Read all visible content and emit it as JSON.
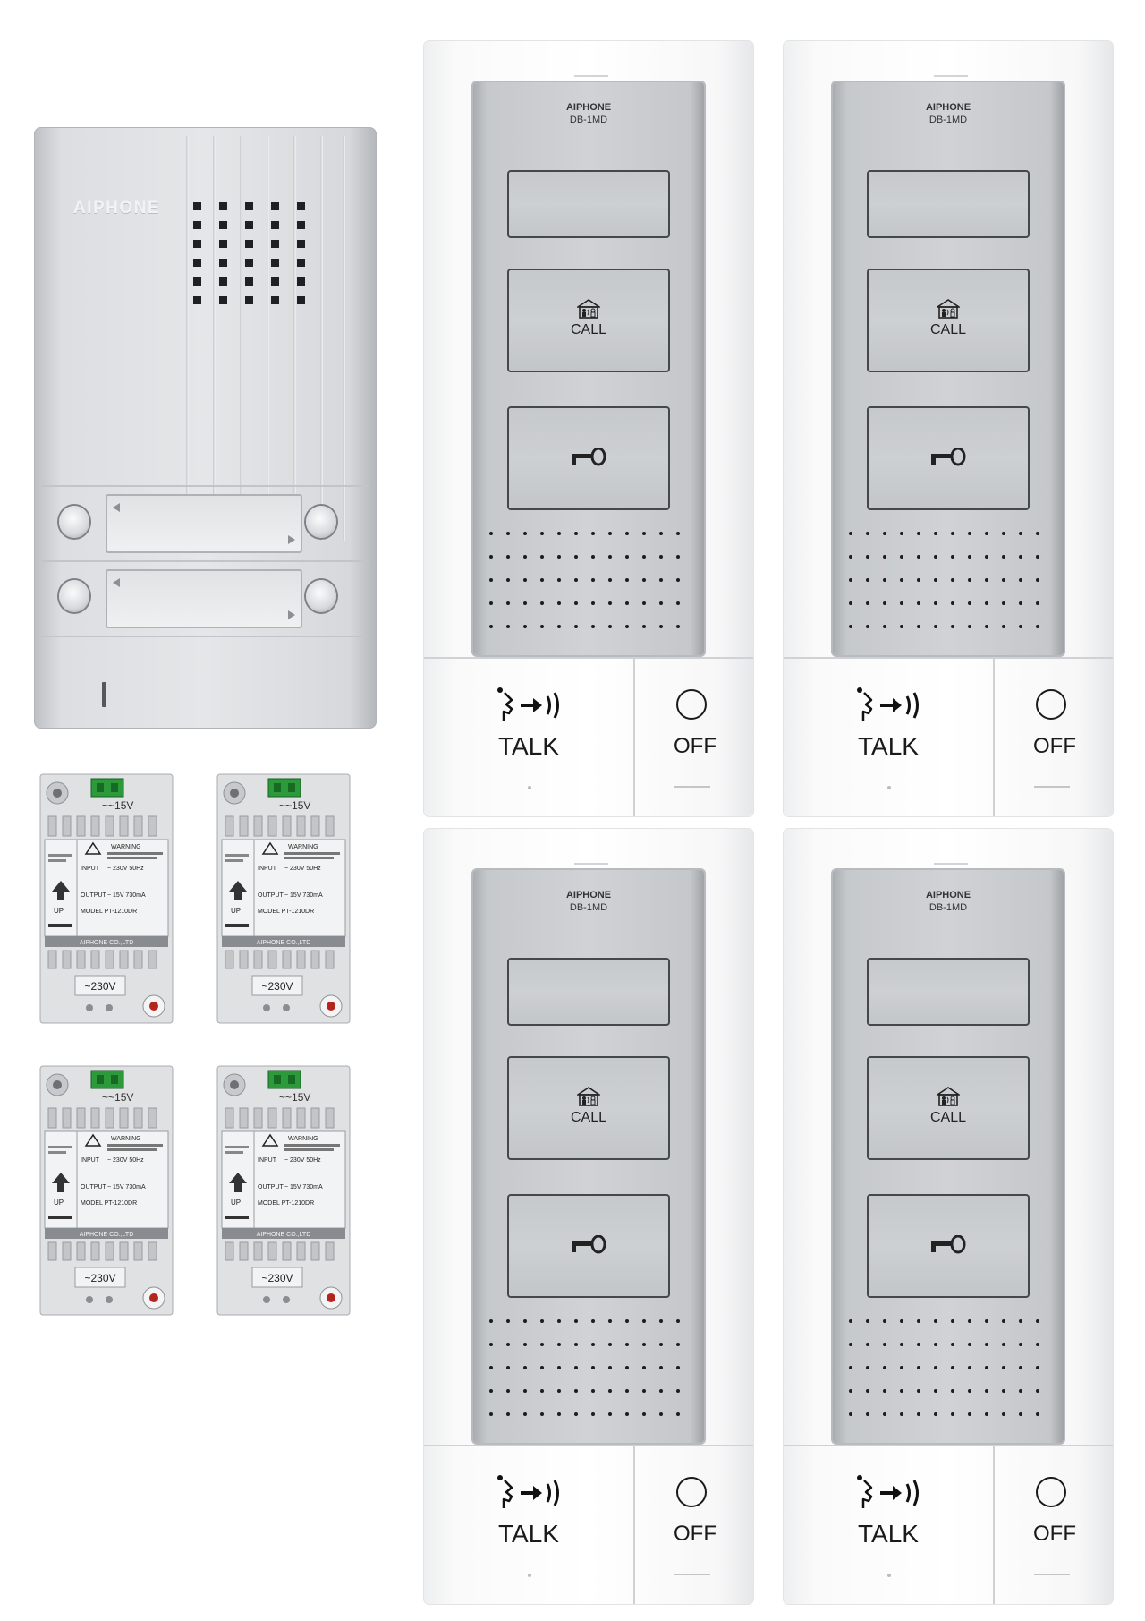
{
  "door_station": {
    "brand": "AIPHONE",
    "buttons": 2
  },
  "power_supply": {
    "terminal_label": "~~15V",
    "warning_label": "WARNING",
    "input_label": "INPUT",
    "input_value": "~ 230V 50Hz",
    "output_label": "OUTPUT",
    "output_value": "~ 15V 730mA",
    "model_label": "MODEL PT-1210DR",
    "up_label": "UP",
    "maker_label": "AIPHONE CO.,LTD",
    "mains_label": "~230V",
    "units": 4
  },
  "handset": {
    "brand": "AIPHONE",
    "model": "DB-1MD",
    "call_label": "CALL",
    "talk_label": "TALK",
    "off_label": "OFF",
    "units": 4
  }
}
